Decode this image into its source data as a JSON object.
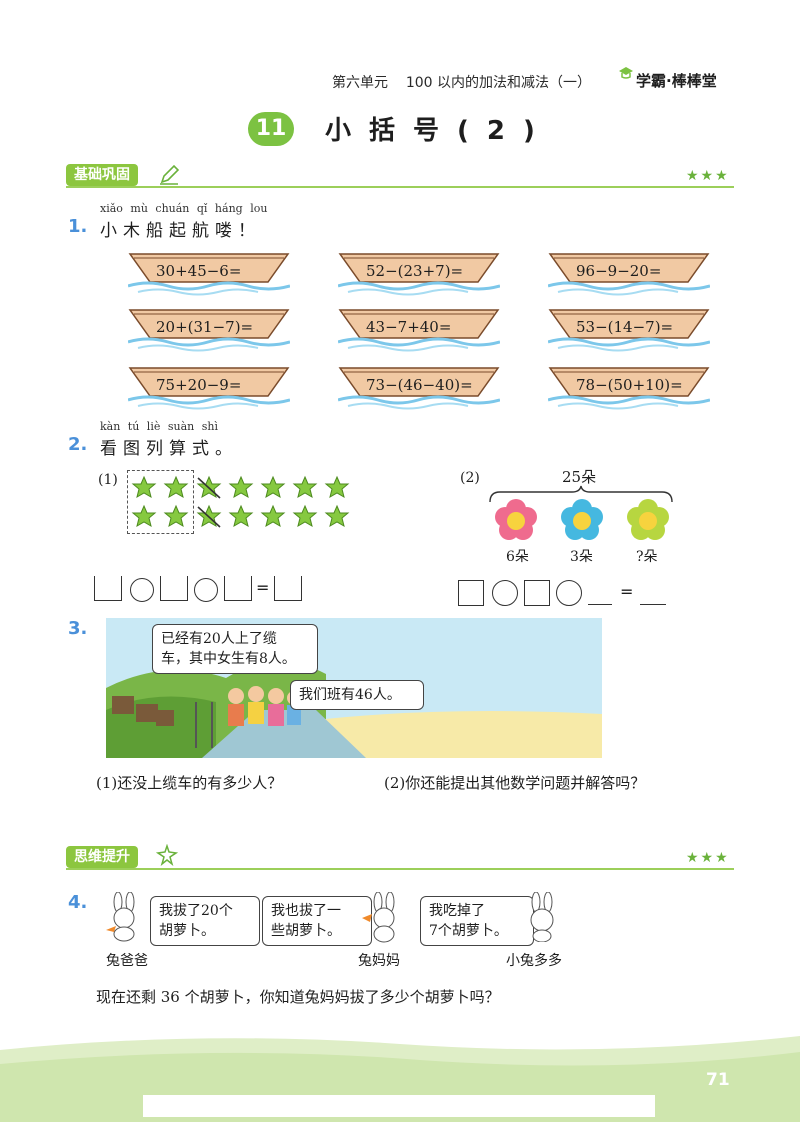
{
  "header": {
    "unit": "第六单元",
    "topic": "100 以内的加法和减法（一）",
    "brand": "学霸·棒棒堂"
  },
  "lesson": {
    "number": "11",
    "title": "小括号(2)"
  },
  "section1": {
    "label": "基础巩固",
    "stars": "★★★"
  },
  "section2": {
    "label": "思维提升",
    "stars": "★★★"
  },
  "q1": {
    "number": "1.",
    "pinyin": "xiǎo mù chuán qǐ háng lou",
    "text": "小木船起航喽！",
    "boats": [
      "30+45−6=",
      "52−(23+7)=",
      "96−9−20=",
      "20+(31−7)=",
      "43−7+40=",
      "53−(14−7)=",
      "75+20−9=",
      "73−(46−40)=",
      "78−(50+10)="
    ]
  },
  "q2": {
    "number": "2.",
    "pinyin": "kàn tú liè suàn shì",
    "text": "看图列算式。",
    "part1_label": "(1)",
    "part2_label": "(2)",
    "total": "25朵",
    "flower_labels": [
      "6朵",
      "3朵",
      "?朵"
    ],
    "equals": "="
  },
  "q3": {
    "number": "3.",
    "bubble1": [
      "已经有20人上了缆",
      "车，其中女生有8人。"
    ],
    "bubble2": "我们班有46人。",
    "sub1": "(1)还没上缆车的有多少人？",
    "sub2": "(2)你还能提出其他数学问题并解答吗？"
  },
  "q4": {
    "number": "4.",
    "bubble1": [
      "我拔了20个",
      "胡萝卜。"
    ],
    "bubble2": [
      "我也拔了一",
      "些胡萝卜。"
    ],
    "bubble3": [
      "我吃掉了",
      "7个胡萝卜。"
    ],
    "name1": "兔爸爸",
    "name2": "兔妈妈",
    "name3": "小兔多多",
    "question": "现在还剩 36 个胡萝卜，你知道兔妈妈拔了多少个胡萝卜吗？"
  },
  "page_number": "71",
  "colors": {
    "accent_green": "#8cc63f",
    "question_blue": "#4a90d9",
    "star_green": "#86c940"
  }
}
